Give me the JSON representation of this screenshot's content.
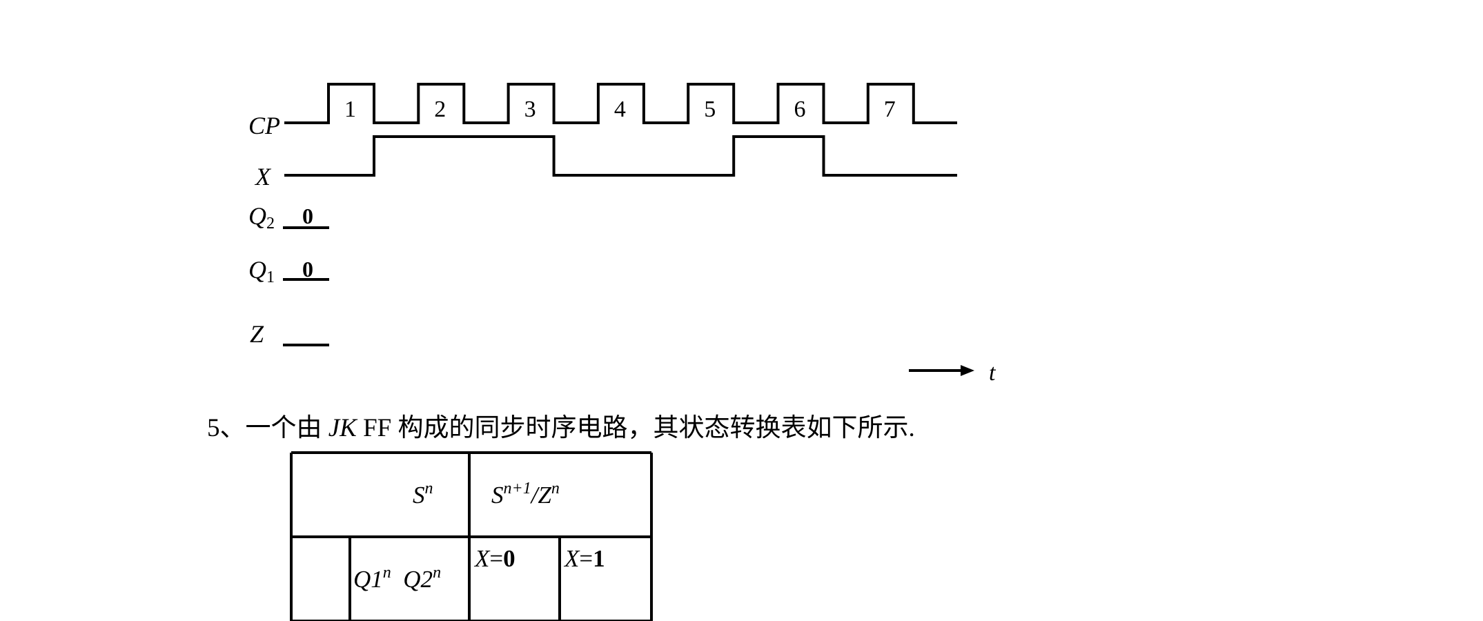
{
  "timing": {
    "signals": {
      "cp": {
        "label_main": "CP"
      },
      "x": {
        "label_main": "X"
      },
      "q2": {
        "label_main": "Q",
        "label_sub": "2",
        "initial": "0"
      },
      "q1": {
        "label_main": "Q",
        "label_sub": "1",
        "initial": "0"
      },
      "z": {
        "label_main": "Z"
      }
    },
    "pulses": [
      "1",
      "2",
      "3",
      "4",
      "5",
      "6",
      "7"
    ],
    "x_high_intervals": [
      [
        1,
        3
      ],
      [
        5,
        6
      ]
    ],
    "time_label": "t"
  },
  "question": {
    "number": "5、",
    "text_a": "一个由 ",
    "jk": "JK",
    "text_b": " FF 构成的同步时序电路，其状态转换表如下所示."
  },
  "table": {
    "header_state": {
      "s": "S",
      "n": "n"
    },
    "header_next": {
      "s": "S",
      "n1": "n+1",
      "slash": "/",
      "z": "Z",
      "n": "n"
    },
    "sub_q": {
      "q1": "Q1",
      "q1n": "n",
      "q2": "Q2",
      "q2n": "n"
    },
    "x0": {
      "x": "X",
      "eq": "=",
      "v": "0"
    },
    "x1": {
      "x": "X",
      "eq": "=",
      "v": "1"
    }
  }
}
